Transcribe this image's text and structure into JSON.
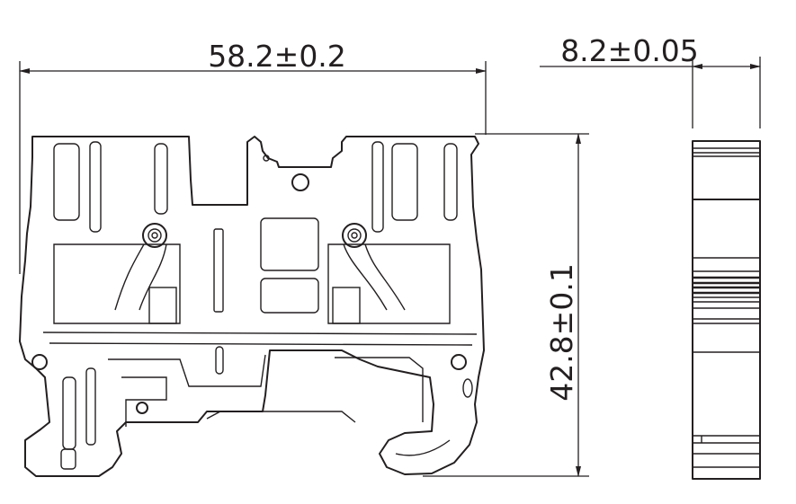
{
  "dimensions": {
    "width": "58.2±0.2",
    "thickness": "8.2±0.05",
    "height": "42.8±0.1"
  },
  "colors": {
    "line": "#231f20",
    "background": "#ffffff"
  }
}
